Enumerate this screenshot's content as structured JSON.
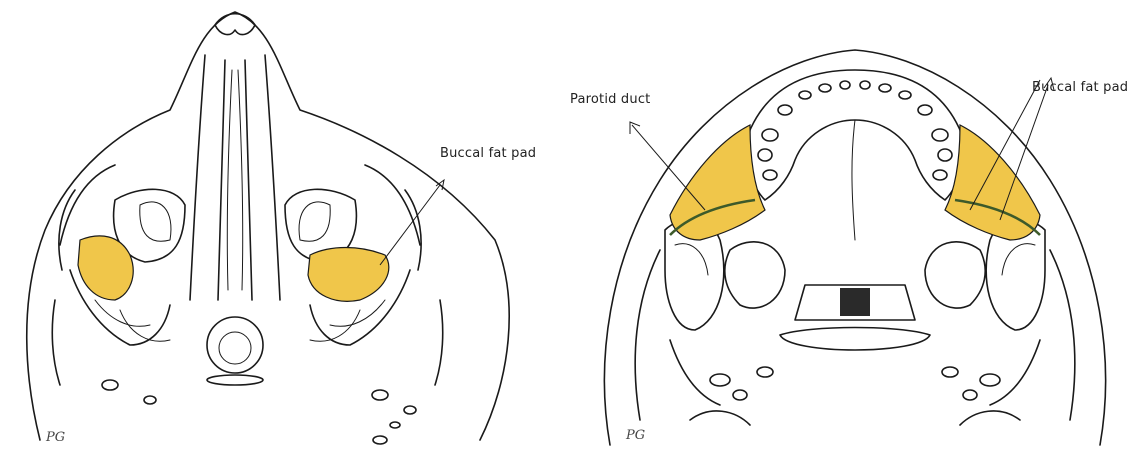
{
  "figure": {
    "left_panel": {
      "label_buccal": "Buccal fat pad",
      "signature": "PG"
    },
    "right_panel": {
      "label_parotid": "Parotid duct",
      "label_buccal": "Buccal fat pad",
      "signature": "PG"
    }
  },
  "colors": {
    "fat_pad": "#f0c64a",
    "ink": "#1a1a1a",
    "duct": "#3d5a2a",
    "background": "#ffffff"
  }
}
